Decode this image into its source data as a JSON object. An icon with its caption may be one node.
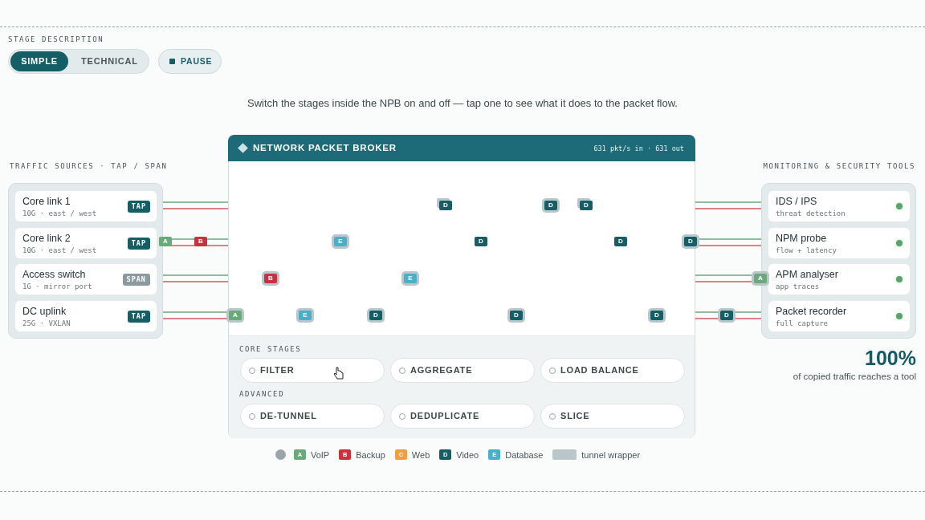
{
  "diagram": {
    "nodes": [
      {
        "text": [
          "TRAFFIC SOURCES · TAP / SPAN"
        ]
      },
      {
        "text": [
          "Core link 1",
          "10G · east / west",
          "TAP"
        ],
        "in": 0
      },
      {
        "text": [
          "Core link 2",
          "10G · east / west",
          "TAP"
        ],
        "in": 0
      },
      {
        "text": [
          "Access switch",
          "1G · mirror port",
          "SPAN"
        ],
        "in": 0
      },
      {
        "text": [
          "DC uplink",
          "25G · VXLAN",
          "TAP"
        ],
        "in": 0
      },
      {
        "text": [
          "NETWORK PACKET BROKER",
          "631 pkt/s in · 631 out"
        ]
      },
      {
        "text": [
          "FILTER"
        ],
        "in": 5
      },
      {
        "text": [
          "AGGREGATE"
        ],
        "in": 5
      },
      {
        "text": [
          "LOAD BALANCE"
        ],
        "in": 5
      },
      {
        "text": [
          "DE-TUNNEL"
        ],
        "in": 5
      },
      {
        "text": [
          "DEDUPLICATE"
        ],
        "in": 5
      },
      {
        "text": [
          "SLICE"
        ],
        "in": 5
      },
      {
        "text": [
          "MONITORING & SECURITY TOOLS"
        ]
      },
      {
        "text": [
          "IDS / IPS",
          "threat detection"
        ],
        "in": 12
      },
      {
        "text": [
          "NPM probe",
          "flow + latency"
        ],
        "in": 12
      },
      {
        "text": [
          "APM analyser",
          "app traces"
        ],
        "in": 12
      },
      {
        "text": [
          "Packet recorder",
          "full capture"
        ],
        "in": 12
      }
    ],
    "edges": [
      {
        "from": 1,
        "to": 5,
        "arrow": "none",
        "color": "#6aa97a"
      },
      {
        "from": 1,
        "to": 5,
        "arrow": "none",
        "color": "#d05a5f"
      },
      {
        "from": 2,
        "to": 5,
        "arrow": "none",
        "color": "#6aa97a"
      },
      {
        "from": 2,
        "to": 5,
        "arrow": "none",
        "color": "#d05a5f"
      },
      {
        "from": 3,
        "to": 5,
        "arrow": "none",
        "color": "#6aa97a"
      },
      {
        "from": 3,
        "to": 5,
        "arrow": "none",
        "color": "#d05a5f"
      },
      {
        "from": 4,
        "to": 5,
        "arrow": "none",
        "color": "#6aa97a"
      },
      {
        "from": 4,
        "to": 5,
        "arrow": "none",
        "color": "#d05a5f"
      },
      {
        "from": 5,
        "to": 13,
        "arrow": "none",
        "color": "#6aa97a"
      },
      {
        "from": 5,
        "to": 13,
        "arrow": "none",
        "color": "#d05a5f"
      },
      {
        "from": 5,
        "to": 14,
        "arrow": "none",
        "color": "#6aa97a"
      },
      {
        "from": 5,
        "to": 14,
        "arrow": "none",
        "color": "#d05a5f"
      },
      {
        "from": 5,
        "to": 15,
        "arrow": "none",
        "color": "#6aa97a"
      },
      {
        "from": 5,
        "to": 15,
        "arrow": "none",
        "color": "#d05a5f"
      },
      {
        "from": 5,
        "to": 16,
        "arrow": "none",
        "color": "#6aa97a"
      },
      {
        "from": 5,
        "to": 16,
        "arrow": "none",
        "color": "#d05a5f"
      }
    ],
    "labels": [
      "STAGE DESCRIPTION",
      "SIMPLE",
      "TECHNICAL",
      "PAUSE",
      "Switch the stages inside the NPB on and off — tap one to see what it does to the packet flow.",
      "D",
      "D",
      "D",
      "A",
      "B",
      "E",
      "D",
      "D",
      "D",
      "B",
      "E",
      "A",
      "A",
      "E",
      "D",
      "D",
      "D",
      "D",
      "100%",
      "of copied traffic reaches a tool",
      "CORE STAGES",
      "ADVANCED",
      "A",
      "B",
      "C",
      "D",
      "E"
    ],
    "legend": [
      {
        "text": "VoIP",
        "color": "#6aa97a"
      },
      {
        "text": "Backup",
        "color": "#c8323c"
      },
      {
        "text": "Web",
        "color": "#f0a040"
      },
      {
        "text": "Video",
        "color": "#155e66"
      },
      {
        "text": "Database",
        "color": "#4aafc8"
      },
      {
        "text": "tunnel wrapper",
        "color": "#b9c7cb"
      }
    ]
  }
}
